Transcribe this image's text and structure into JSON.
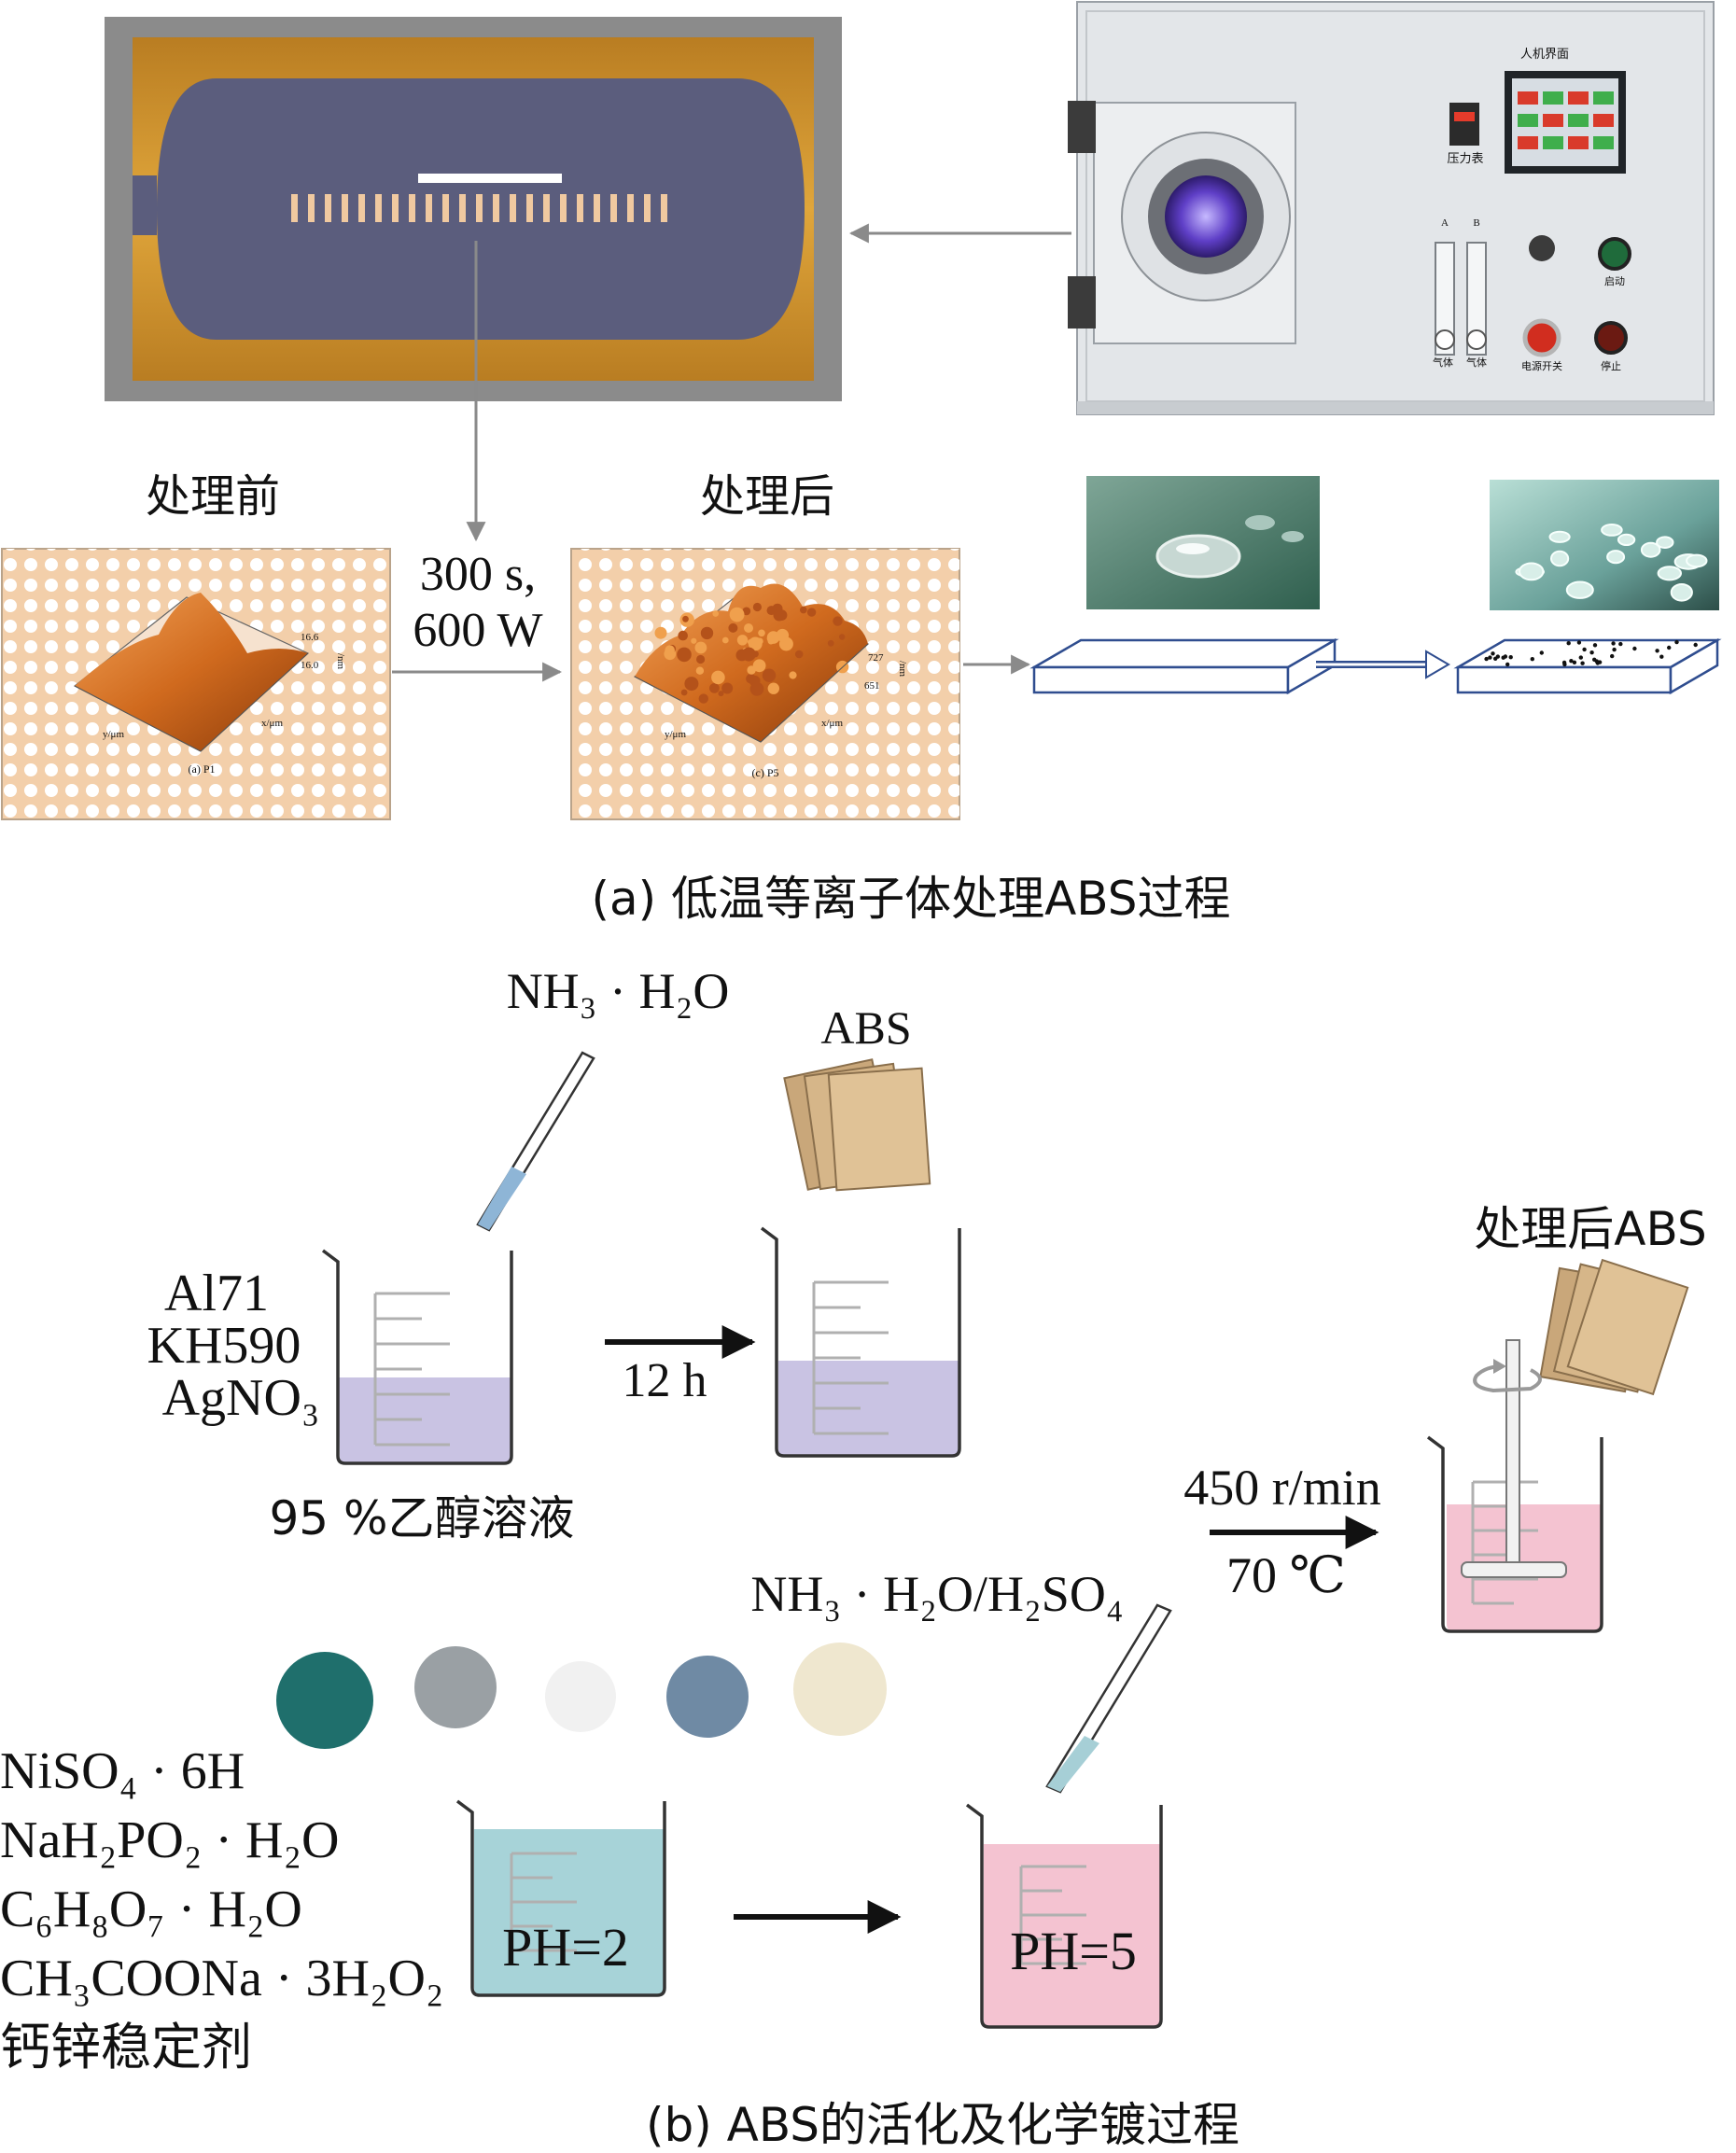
{
  "panel_a": {
    "label_before": "处理前",
    "label_after": "处理后",
    "condition_1": "300 s,",
    "condition_2": "600 W",
    "device": {
      "panel_title": "人机界面",
      "gauge_label": "压力表",
      "flow_a": "A",
      "flow_b": "B",
      "gas_label_1": "气体",
      "gas_label_2": "气体",
      "power_label": "电源开关",
      "start_label": "启动",
      "stop_label": "停止"
    },
    "afm_before": {
      "caption": "(a) P1",
      "zlabel": "/nm",
      "xlabel": "x/μm",
      "ylabel": "y/μm",
      "ztick_1": "16.6",
      "ztick_2": "16.0"
    },
    "afm_after": {
      "caption": "(c) P5",
      "zlabel": "/nm",
      "xlabel": "x/μm",
      "ylabel": "y/μm",
      "ztick_1": "727",
      "ztick_2": "651"
    },
    "caption": "(a) 低温等离子体处理ABS过程"
  },
  "panel_b": {
    "reagent_1": "NH₃ · H₂O",
    "abs_label": "ABS",
    "chemicals_1": [
      "Al71",
      "KH590",
      "AgNO₃"
    ],
    "time": "12 h",
    "solvent": "95 %乙醇溶液",
    "treated_abs": "处理后ABS",
    "speed": "450 r/min",
    "temperature": "70 ℃",
    "reagent_2": "NH₃ · H₂O/H₂SO₄",
    "chemicals_2": [
      "NiSO₄ · 6H",
      "NaH₂PO₂ · H₂O",
      "C₆H₈O₇ · H₂O",
      "CH₃COONa · 3H₂O₂",
      "钙锌稳定剂"
    ],
    "ph_1": "PH=2",
    "ph_2": "PH=5",
    "caption": "(b) ABS的活化及化学镀过程"
  },
  "colors": {
    "frame_orange": "#d6992c",
    "chamber": "#5b5d7d",
    "afm_bg": "#f3cfaa",
    "liquid_purple": "#c9c3e3",
    "liquid_blue": "#a7d3d8",
    "liquid_pink": "#f4c3d1",
    "arrow_gray": "#8a8a8a",
    "abs_tan": "#d9b98e"
  }
}
